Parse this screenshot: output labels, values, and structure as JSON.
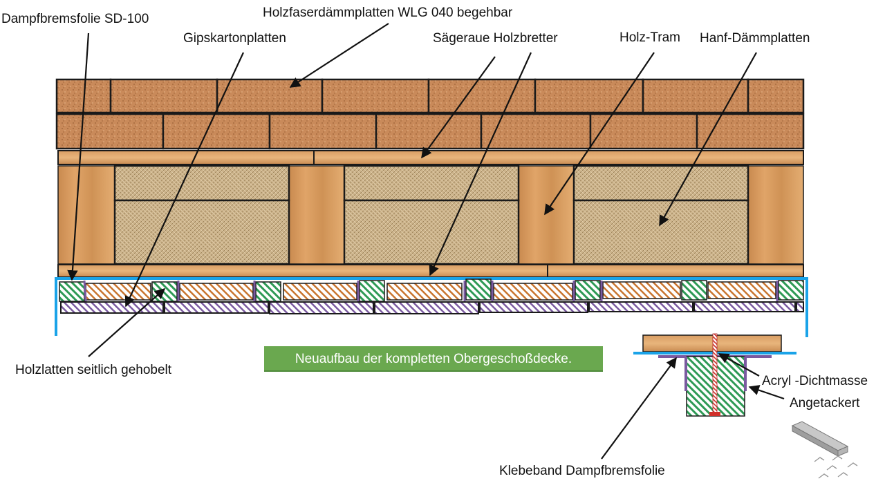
{
  "labels": {
    "dampfbremsfolie": "Dampfbremsfolie  SD-100",
    "holzfaser": "Holzfaserdämmplatten WLG 040 begehbar",
    "gipskarton": "Gipskartonplatten",
    "saegeraue": "Sägeraue Holzbretter",
    "holztram": "Holz-Tram",
    "hanf": "Hanf-Dämmplatten",
    "holzlatten": "Holzlatten seitlich gehobelt",
    "acryl": "Acryl -Dichtmasse",
    "angetackert": "Angetackert",
    "klebeband": "Klebeband Dampfbremsfolie"
  },
  "caption": "Neuaufbau der kompletten Obergeschoßdecke.",
  "colors": {
    "fiberboard": "#c98a5a",
    "wood": "#d89a5e",
    "hemp": "#c9b08a",
    "membrane": "#1aa3e8",
    "gypsum_stripe": "#7a5aa0",
    "batten_stripe": "#2e9a55",
    "board_stripe": "#c8742e",
    "caption_bg": "#6aa84f"
  }
}
